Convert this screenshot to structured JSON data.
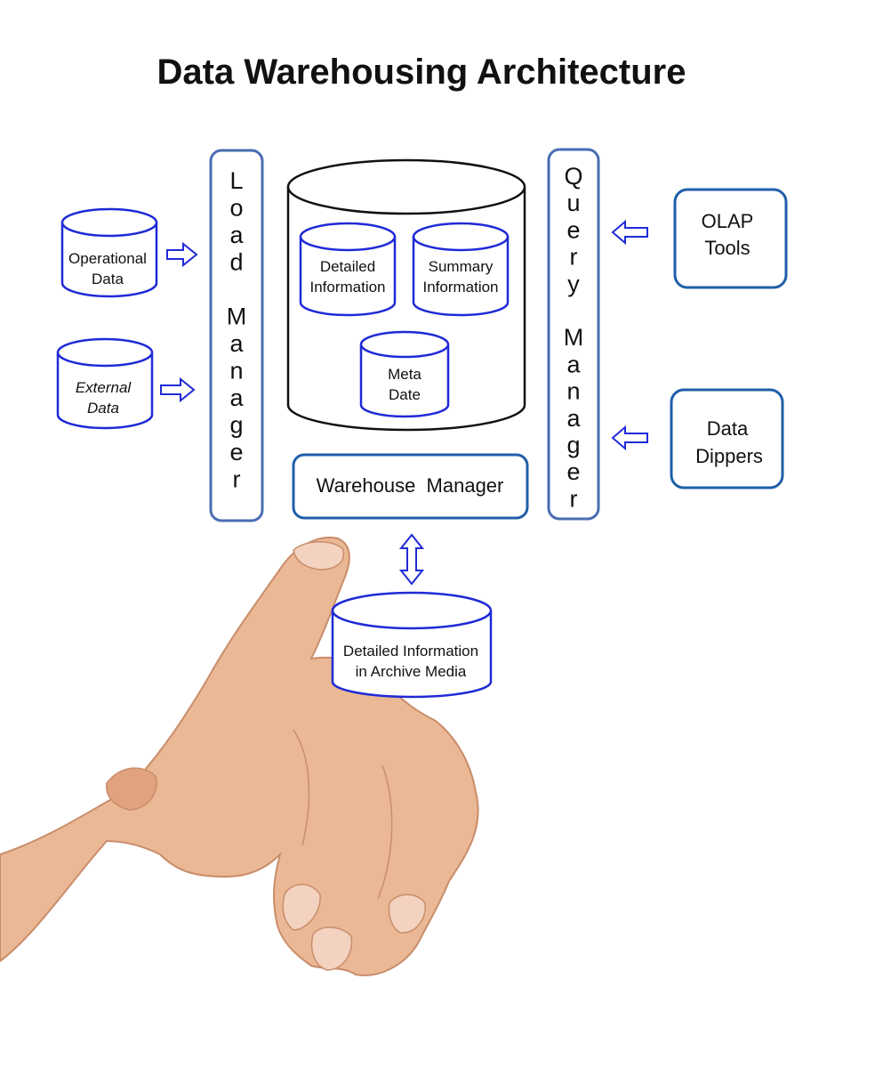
{
  "title": "Data Warehousing Architecture",
  "load_manager": {
    "label": "Load Manager",
    "letters": [
      "L",
      "o",
      "a",
      "d",
      "",
      "M",
      "a",
      "n",
      "a",
      "g",
      "e",
      "r"
    ]
  },
  "query_manager": {
    "label": "Query Manager",
    "letters": [
      "Q",
      "u",
      "e",
      "r",
      "y",
      "",
      "M",
      "a",
      "n",
      "a",
      "g",
      "e",
      "r"
    ]
  },
  "warehouse_manager": {
    "label": "Warehouse  Manager"
  },
  "sources": {
    "operational": {
      "line1": "Operational",
      "line2": "Data"
    },
    "external": {
      "line1": "External",
      "line2": "Data"
    }
  },
  "warehouse": {
    "detailed": {
      "line1": "Detailed",
      "line2": "Information"
    },
    "summary": {
      "line1": "Summary",
      "line2": "Information"
    },
    "meta": {
      "line1": "Meta",
      "line2": "Date"
    }
  },
  "tools": {
    "olap": {
      "line1": "OLAP",
      "line2": "Tools"
    },
    "dippers": {
      "line1": "Data",
      "line2": "Dippers"
    }
  },
  "archive": {
    "line1": "Detailed Information",
    "line2": "in Archive Media"
  },
  "colors": {
    "cylinder_stroke": "#1f2ad6",
    "box_stroke": "#1f5fa8",
    "manager_stroke": "#4a6db3",
    "arrow_stroke": "#1f2ad6",
    "warehouse_stroke": "#111111",
    "skin": "#eab894"
  }
}
